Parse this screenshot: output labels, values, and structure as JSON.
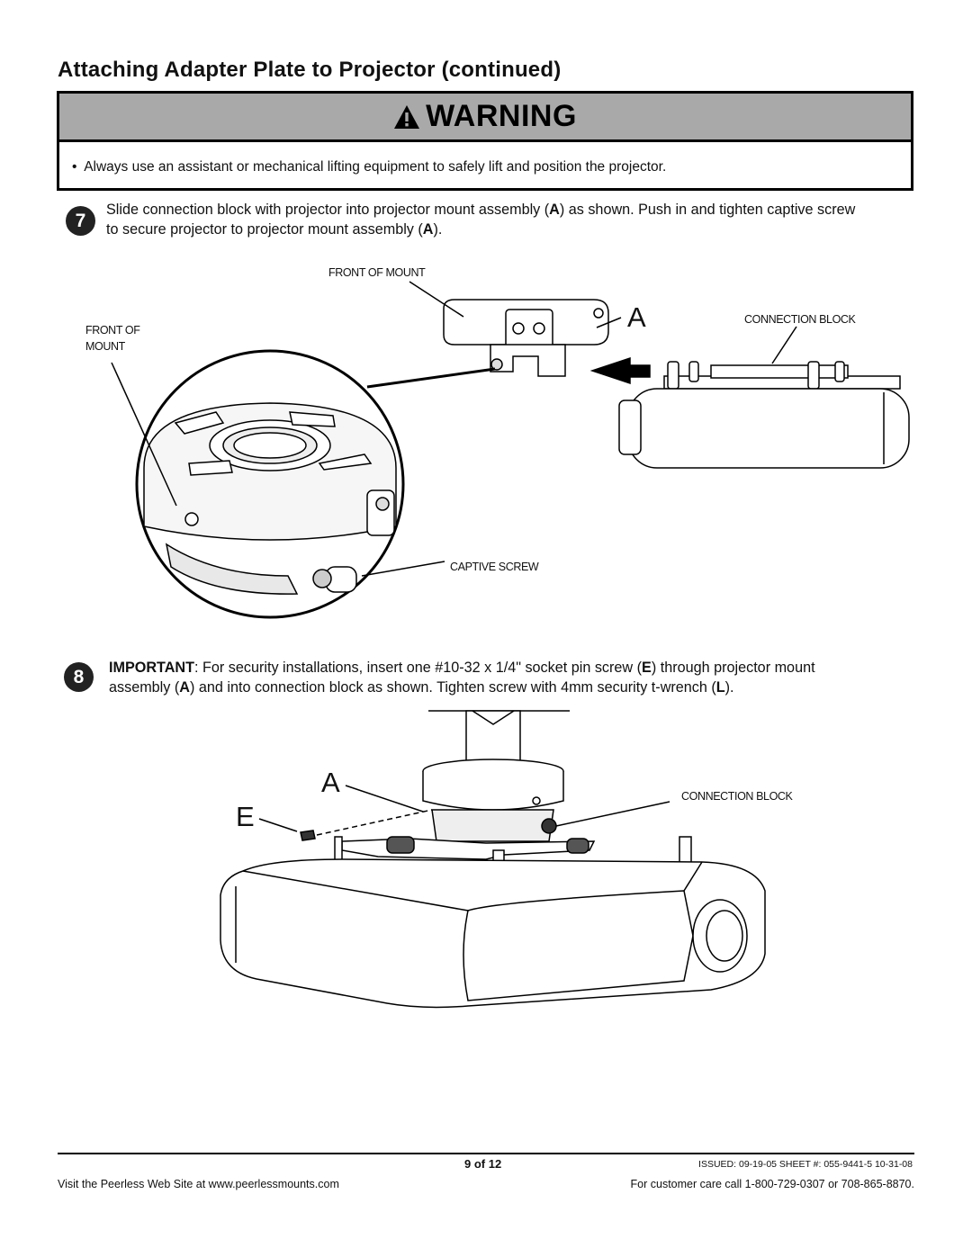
{
  "page": {
    "title": "Attaching Adapter Plate to Projector (continued)"
  },
  "warning": {
    "heading": "WARNING",
    "icon": "warning-triangle-icon",
    "bullet": "•",
    "text": "Always use an assistant or mechanical lifting equipment to safely lift and position the projector."
  },
  "step7": {
    "number": "7",
    "line1_a": "Slide connection block with projector into projector mount assembly (",
    "line1_b": "A",
    "line1_c": ") as shown.  Push in and tighten captive screw",
    "line2_a": "to secure projector to projector mount assembly (",
    "line2_b": "A",
    "line2_c": ").",
    "labels": {
      "front_of_mount_top": "FRONT OF MOUNT",
      "front_of_mount_left_1": "FRONT OF",
      "front_of_mount_left_2": "MOUNT",
      "connection_block": "CONNECTION BLOCK",
      "captive_screw": "CAPTIVE SCREW",
      "letter_a": "A"
    }
  },
  "step8": {
    "number": "8",
    "important": "IMPORTANT",
    "line1_a": ":  For security installations, insert one #10-32 x 1/4\" socket pin screw (",
    "line1_b": "E",
    "line1_c": ") through projector mount",
    "line2_a": "assembly (",
    "line2_b": "A",
    "line2_c": ") and into connection block as shown. Tighten screw with 4mm security t-wrench  (",
    "line2_d": "L",
    "line2_e": ").",
    "labels": {
      "letter_a": "A",
      "letter_e": "E",
      "connection_block": "CONNECTION BLOCK"
    }
  },
  "footer": {
    "page_number": "9 of 12",
    "issued": "ISSUED: 09-19-05  SHEET #: 055-9441-5 10-31-08",
    "visit": "Visit  the  Peerless  Web  Site  at  www.peerlessmounts.com",
    "care": "For  customer  care  call  1-800-729-0307  or  708-865-8870."
  }
}
